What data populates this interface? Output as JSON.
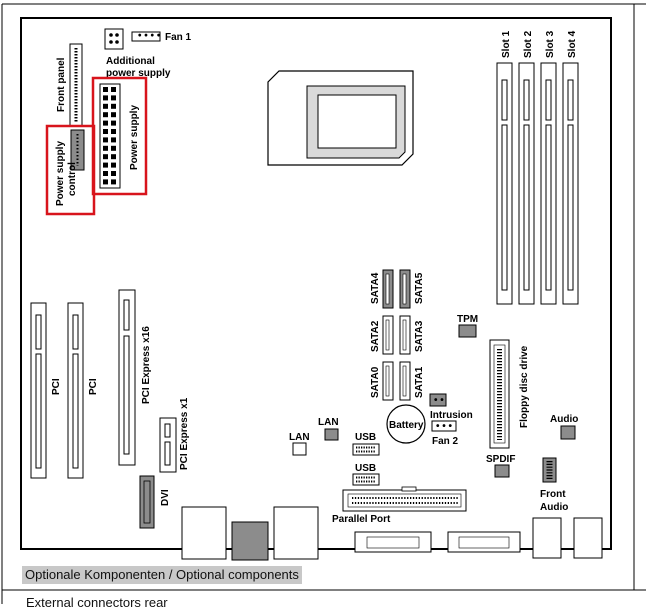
{
  "labels": {
    "fan1": "Fan 1",
    "additional_power_1": "Additional",
    "additional_power_2": "power supply",
    "front_panel": "Front panel",
    "power_supply": "Power supply",
    "power_supply_control_1": "Power supply",
    "power_supply_control_2": "control",
    "slot1": "Slot 1",
    "slot2": "Slot 2",
    "slot3": "Slot 3",
    "slot4": "Slot 4",
    "sata4": "SATA4",
    "sata5": "SATA5",
    "sata2": "SATA2",
    "sata3": "SATA3",
    "sata0": "SATA0",
    "sata1": "SATA1",
    "tpm": "TPM",
    "floppy": "Floppy disc drive",
    "intrusion": "Intrusion",
    "fan2": "Fan 2",
    "battery": "Battery",
    "lan_a": "LAN",
    "lan_b": "LAN",
    "usb_a": "USB",
    "usb_b": "USB",
    "audio": "Audio",
    "spdif": "SPDIF",
    "front_audio_1": "Front",
    "front_audio_2": "Audio",
    "pci_a": "PCI",
    "pci_b": "PCI",
    "pcie16": "PCI Express x16",
    "pcie1": "PCI Express x1",
    "dvi": "DVI",
    "parallel": "Parallel Port"
  },
  "caption": "Optionale Komponenten / Optional components",
  "footer_cut": "External connectors rear",
  "colors": {
    "highlight": "#d8141c",
    "connector_fill": "#8c8c8c",
    "board_line": "#000000"
  }
}
